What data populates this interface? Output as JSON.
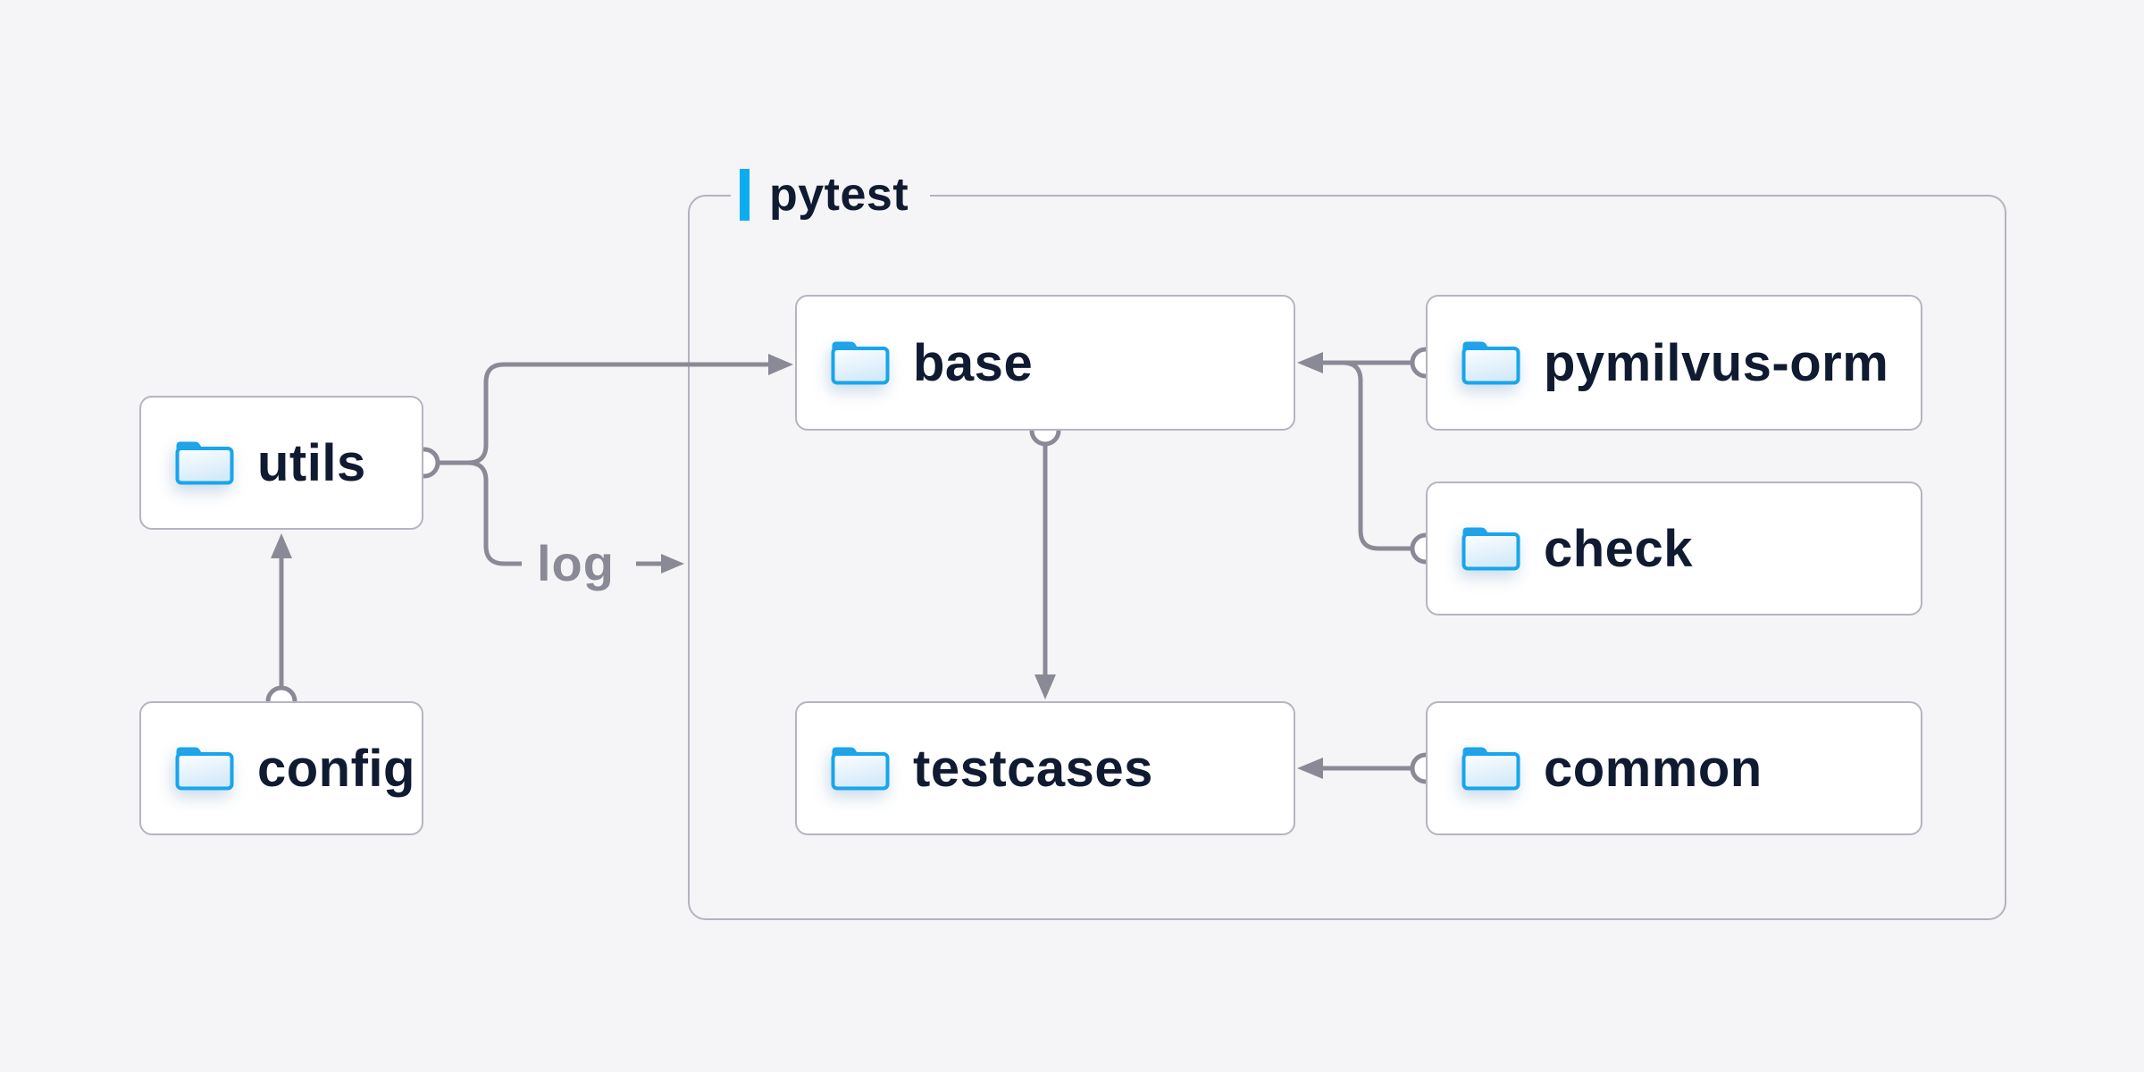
{
  "page": {
    "background_color": "#f5f5f7"
  },
  "diagram": {
    "container": {
      "label": "pytest",
      "accent_bar_color": "#0badf0"
    },
    "nodes": [
      {
        "id": "utils",
        "label": "utils",
        "icon": "folder-icon"
      },
      {
        "id": "config",
        "label": "config",
        "icon": "folder-icon"
      },
      {
        "id": "base",
        "label": "base",
        "icon": "folder-icon"
      },
      {
        "id": "testcases",
        "label": "testcases",
        "icon": "folder-icon"
      },
      {
        "id": "pymilvus-orm",
        "label": "pymilvus-orm",
        "icon": "folder-icon"
      },
      {
        "id": "check",
        "label": "check",
        "icon": "folder-icon"
      },
      {
        "id": "common",
        "label": "common",
        "icon": "folder-icon"
      }
    ],
    "edges": [
      {
        "from": "utils",
        "to": "base",
        "style": "arrow"
      },
      {
        "from": "utils",
        "to": "pytest-container",
        "label": "log",
        "style": "arrow"
      },
      {
        "from": "config",
        "to": "utils",
        "style": "arrow"
      },
      {
        "from": "base",
        "to": "testcases",
        "style": "arrow"
      },
      {
        "from": "pymilvus-orm",
        "to": "base",
        "style": "arrow"
      },
      {
        "from": "check",
        "to": "base",
        "style": "arrow-merged"
      },
      {
        "from": "common",
        "to": "testcases",
        "style": "arrow"
      }
    ],
    "edge_label": "log",
    "colors": {
      "line_gray": "#8a8a96",
      "node_text": "#101b31",
      "card_border": "#b5b5c1",
      "container_border": "#b3b3bf",
      "folder_blue": "#18a5ec",
      "folder_tab_blue": "#2e9fe0",
      "card_background": "#ffffff"
    }
  }
}
